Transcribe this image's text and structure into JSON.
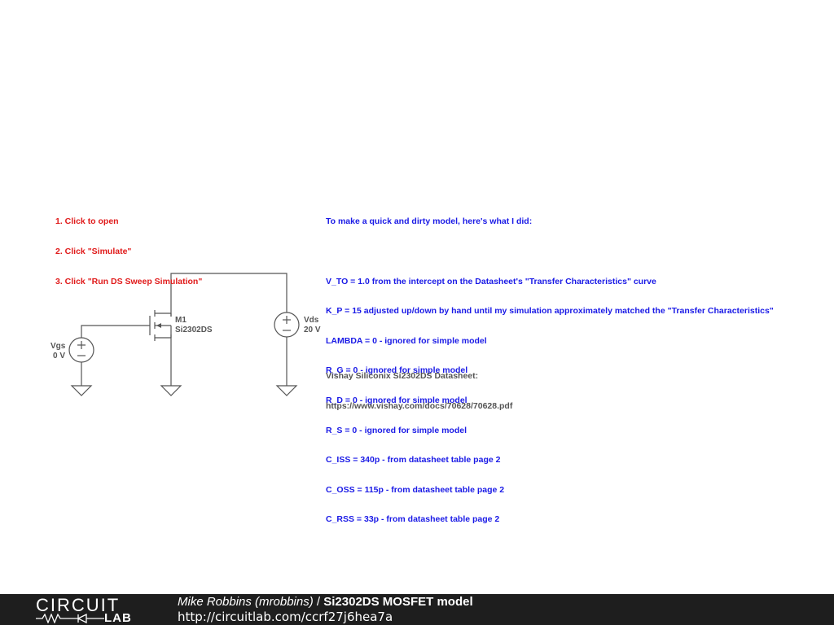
{
  "instructions": [
    "1. Click to open",
    "2. Click \"Simulate\"",
    "3. Click \"Run DS Sweep Simulation\""
  ],
  "model_notes": [
    "To make a quick and dirty model, here's what I did:",
    "",
    "V_TO = 1.0 from the intercept on the Datasheet's \"Transfer Characteristics\" curve",
    "K_P = 15 adjusted up/down by hand until my simulation approximately matched the \"Transfer Characteristics\"",
    "LAMBDA = 0 - ignored for simple model",
    "R_G = 0 - ignored for simple model",
    "R_D = 0 - ignored for simple model",
    "R_S = 0 - ignored for simple model",
    "C_ISS = 340p - from datasheet table page 2",
    "C_OSS = 115p - from datasheet table page 2",
    "C_RSS = 33p - from datasheet table page 2"
  ],
  "datasheet": {
    "label": "Vishay Siliconix Si2302DS Datasheet:",
    "url": "https://www.vishay.com/docs/70628/70628.pdf"
  },
  "components": {
    "mosfet": {
      "name": "M1",
      "part": "Si2302DS"
    },
    "vgs": {
      "name": "Vgs",
      "value": "0 V"
    },
    "vds": {
      "name": "Vds",
      "value": "20 V"
    }
  },
  "footer": {
    "logo_top": "CIRCUIT",
    "logo_bottom": "LAB",
    "author": "Mike Robbins (mrobbins)",
    "separator": " / ",
    "title": "Si2302DS MOSFET model",
    "url": "http://circuitlab.com/ccrf27j6hea7a"
  },
  "colors": {
    "wire": "#555555",
    "instructions": "#e01a1a",
    "notes": "#1a1ae6",
    "footer_bg": "#1e1e1e"
  }
}
